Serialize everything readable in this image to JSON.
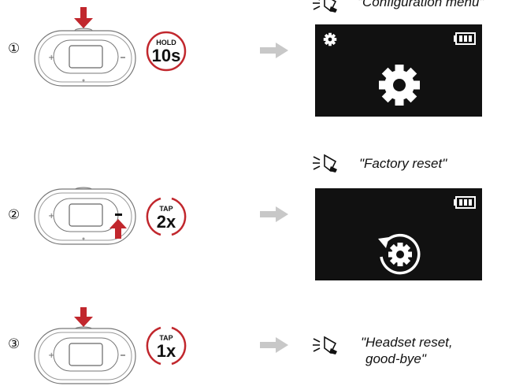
{
  "steps": [
    {
      "number": "①",
      "action": {
        "top": "HOLD",
        "main": "10s",
        "style": "solid-circle"
      },
      "arrow_from": "top",
      "voice_prompt": "\"Configuration menu\"",
      "screen": {
        "top_left_icon": "gear-icon",
        "top_right_icon": "battery-icon",
        "center_icon": "gear-icon"
      }
    },
    {
      "number": "②",
      "action": {
        "top": "TAP",
        "main": "2x",
        "style": "split-circle"
      },
      "arrow_from": "right-button",
      "voice_prompt": "\"Factory reset\"",
      "screen": {
        "top_right_icon": "battery-icon",
        "center_icon": "reset-gear-icon"
      }
    },
    {
      "number": "③",
      "action": {
        "top": "TAP",
        "main": "1x",
        "style": "split-circle"
      },
      "arrow_from": "top",
      "voice_prompt_line1": "\"Headset reset,",
      "voice_prompt_line2": "good-bye\""
    }
  ],
  "colors": {
    "accent_red": "#c1272d",
    "arrow_gray": "#c8c8c8",
    "screen_bg": "#111111",
    "device_stroke": "#777777"
  }
}
